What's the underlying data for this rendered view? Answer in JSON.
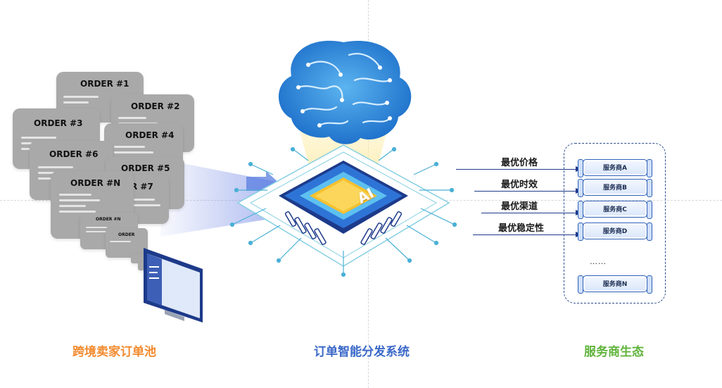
{
  "order_pool": {
    "orders": [
      "ORDER #1",
      "ORDER #2",
      "ORDER #3",
      "ORDER #4",
      "ORDER #6",
      "ORDER #5",
      "ORDER #N",
      "R #7"
    ],
    "small_orders": [
      "ORDER #N",
      "ORDER"
    ],
    "title": "跨境卖家订单池",
    "title_color": "#f28a2e"
  },
  "system": {
    "chip_label": "AI",
    "title": "订单智能分发系统",
    "title_color": "#3a68c8",
    "brain_color": "#1f7fd9",
    "circuit_color": "#4ab0d6"
  },
  "criteria": [
    "最优价格",
    "最优时效",
    "最优渠道",
    "最优稳定性"
  ],
  "ecosystem": {
    "providers": [
      "服务商A",
      "服务商B",
      "服务商C",
      "服务商D"
    ],
    "ellipsis": "……",
    "last_provider": "服务商N",
    "title": "服务商生态",
    "title_color": "#5fb33b"
  }
}
